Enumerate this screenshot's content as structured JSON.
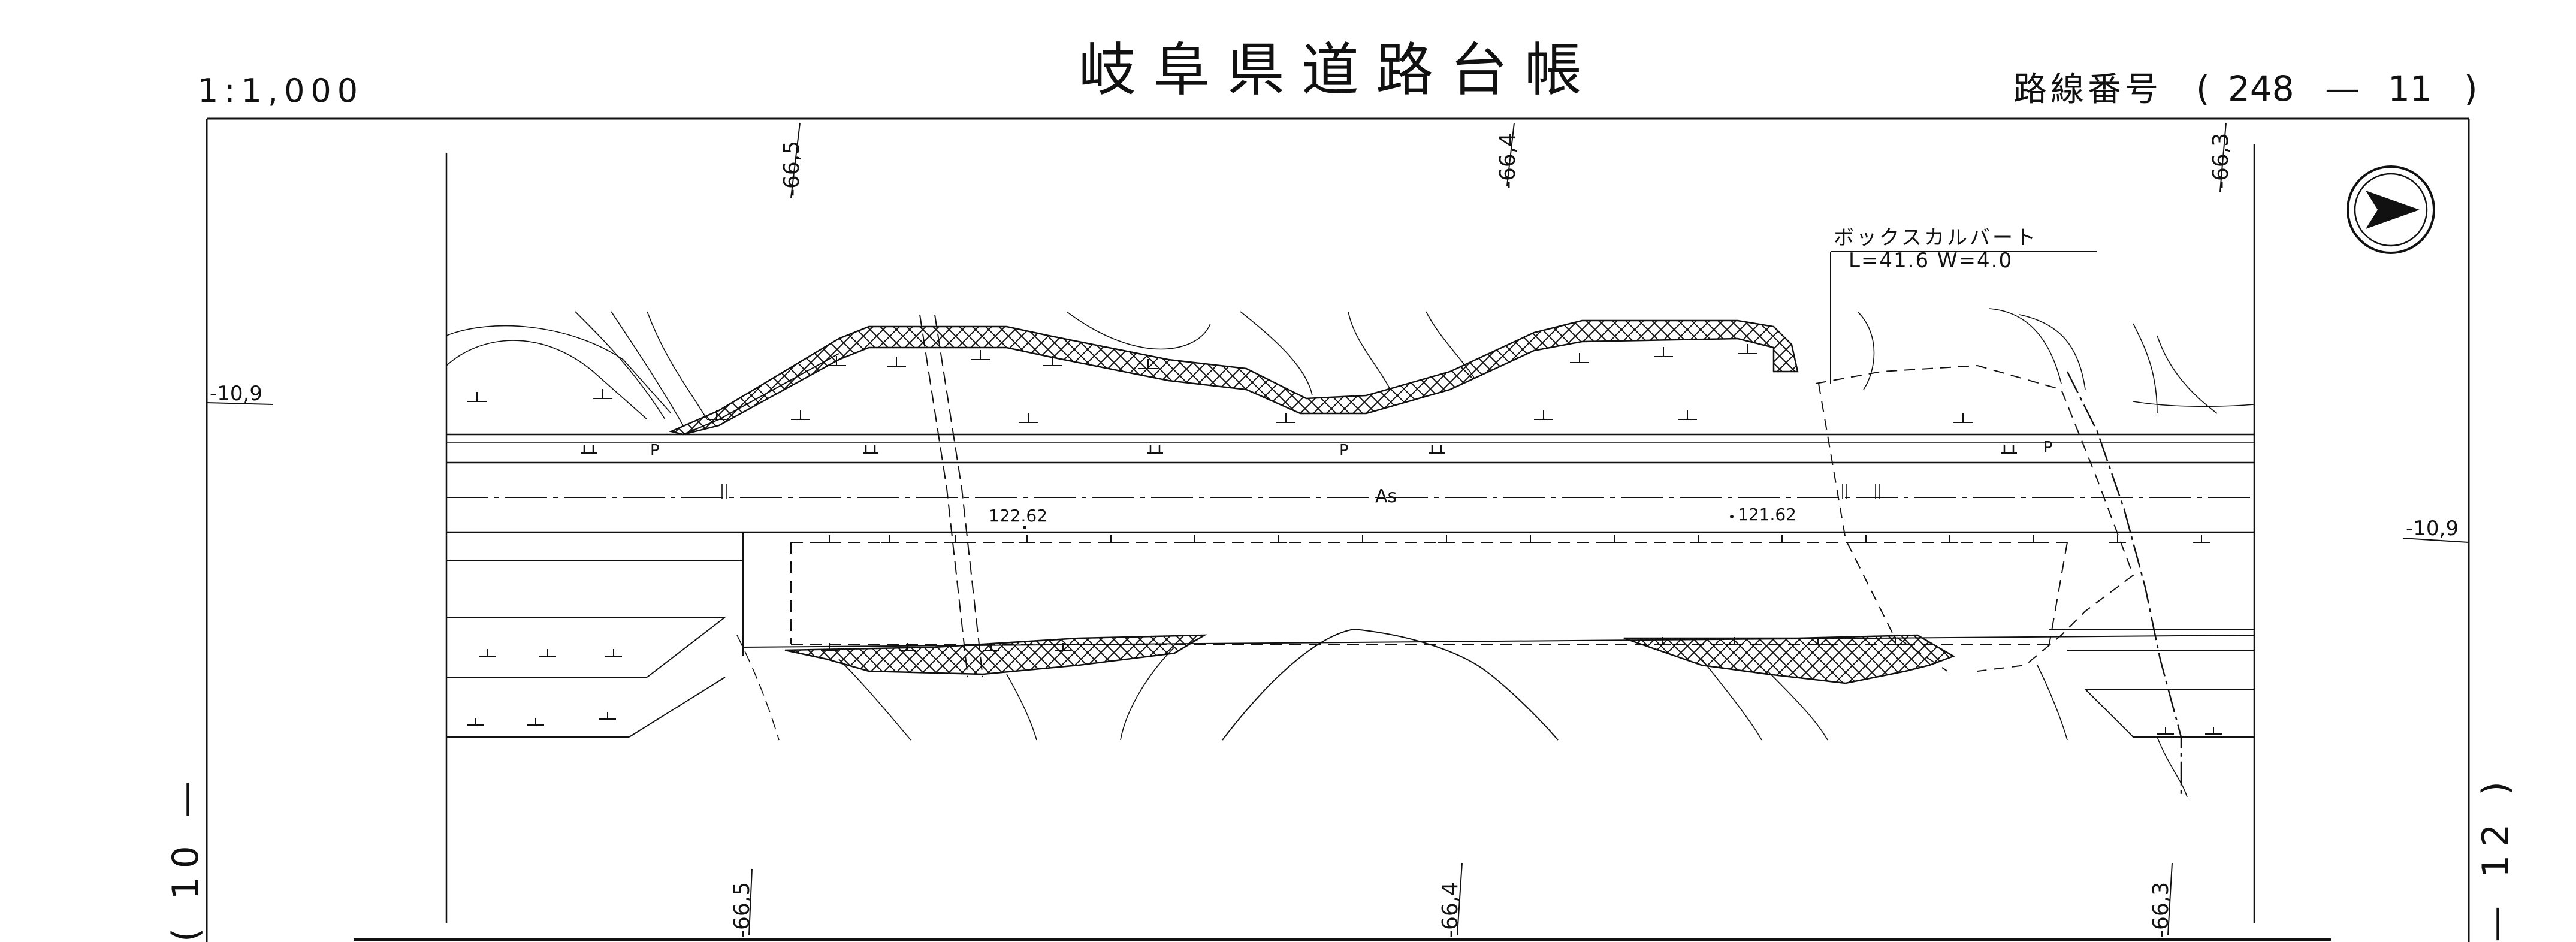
{
  "header": {
    "scale": "1:1,000",
    "title": "岐阜県道路台帳",
    "route_label": "路線番号",
    "route_open": "(",
    "route_number": "248",
    "route_dash": "—",
    "sheet_number": "11",
    "route_close": ")"
  },
  "coordinates": {
    "top_left": "-66,5",
    "top_mid": "-66,4",
    "top_right": "-66,3",
    "bottom_left": "-66,5",
    "bottom_mid": "-66,4",
    "bottom_right": "-66,3",
    "left_edge": "-10,9",
    "right_edge": "-10,9"
  },
  "adjacent_sheets": {
    "left": "( 10 —",
    "right": "— 12 )"
  },
  "annotations": {
    "culvert_title": "ボックスカルバート",
    "culvert_size": "L=41.6  W=4.0",
    "pavement": "As",
    "elevation_left": "122.62",
    "elevation_right": "121.62",
    "pole_symbol": "P"
  },
  "icons": {
    "north_arrow": "north-arrow-icon"
  },
  "colors": {
    "ink": "#111111",
    "paper": "#ffffff"
  }
}
